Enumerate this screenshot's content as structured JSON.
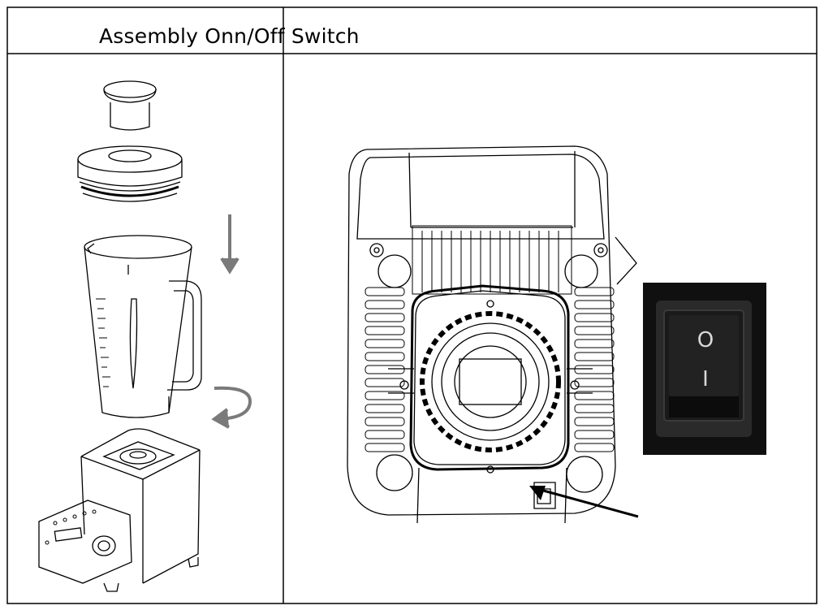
{
  "header": {
    "title": "Assembly Onn/Off Switch"
  },
  "switch": {
    "on_symbol": "I",
    "off_symbol": "O"
  },
  "colors": {
    "line": "#000000",
    "arrow": "#7a7a7a",
    "photo_bg": "#101010",
    "rocker": "#1a1a1a"
  }
}
